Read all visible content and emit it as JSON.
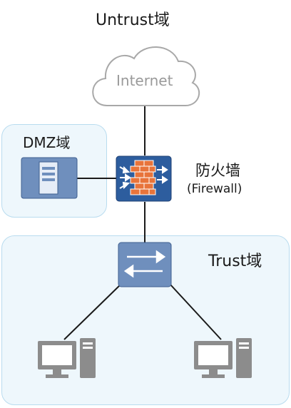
{
  "untrust_label": "Untrust域",
  "internet_label": "Internet",
  "dmz_label": "DMZ域",
  "firewall_label": "防火墙",
  "firewall_sublabel": "(Firewall)",
  "trust_label": "Trust域",
  "colors": {
    "zone_fill": "#eef7fc",
    "zone_border": "#b9dcef",
    "device_blue": "#2d5d9e",
    "server_fill": "#6f8fbd",
    "firewall_brick": "#e8743b",
    "pc_gray": "#8c8c8c",
    "cloud_stroke": "#a8a8a8",
    "link_line": "#1a1a1a"
  },
  "icons": [
    "cloud-icon",
    "server-icon",
    "firewall-icon",
    "switch-icon",
    "pc-icon"
  ]
}
